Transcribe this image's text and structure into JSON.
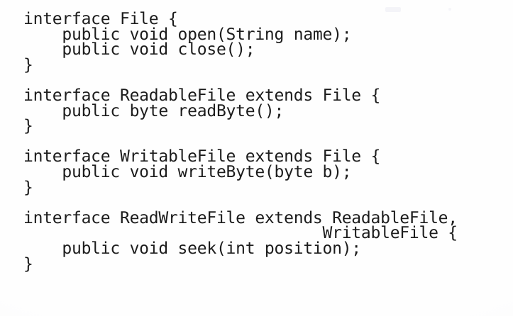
{
  "document": {
    "kind": "scanned-code-listing",
    "language": "Java",
    "background_color": "#fefefe",
    "text_color": "#1c1c1c"
  },
  "code": {
    "lines": [
      "interface File {",
      "    public void open(String name);",
      "    public void close();",
      "}",
      "",
      "interface ReadableFile extends File {",
      "    public byte readByte();",
      "}",
      "",
      "interface WritableFile extends File {",
      "    public void writeByte(byte b);",
      "}",
      "",
      "interface ReadWriteFile extends ReadableFile,",
      "                               WritableFile {",
      "    public void seek(int position);",
      "}"
    ],
    "blocks": [
      {
        "name": "File",
        "declaration": "interface File {",
        "extends": [],
        "members": [
          "public void open(String name);",
          "public void close();"
        ]
      },
      {
        "name": "ReadableFile",
        "declaration": "interface ReadableFile extends File {",
        "extends": [
          "File"
        ],
        "members": [
          "public byte readByte();"
        ]
      },
      {
        "name": "WritableFile",
        "declaration": "interface WritableFile extends File {",
        "extends": [
          "File"
        ],
        "members": [
          "public void writeByte(byte b);"
        ]
      },
      {
        "name": "ReadWriteFile",
        "declaration": "interface ReadWriteFile extends ReadableFile, WritableFile {",
        "extends": [
          "ReadableFile",
          "WritableFile"
        ],
        "members": [
          "public void seek(int position);"
        ]
      }
    ]
  }
}
